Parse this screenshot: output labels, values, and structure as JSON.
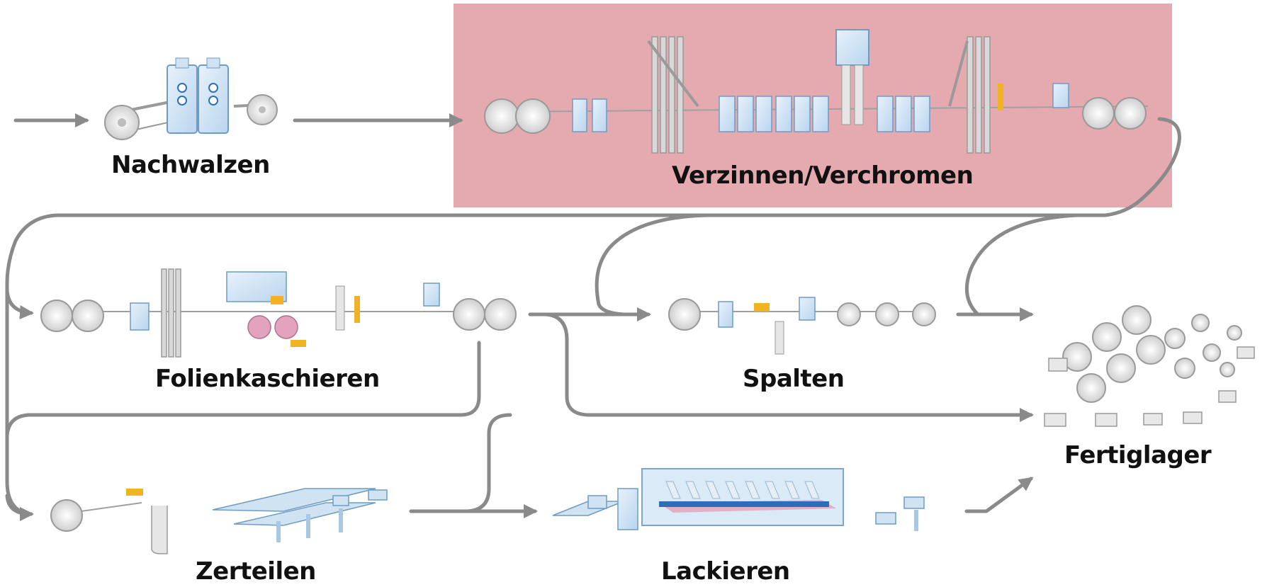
{
  "labels": {
    "nachwalzen": "Nachwalzen",
    "verzinnen": "Verzinnen/Verchromen",
    "folienkaschieren": "Folienkaschieren",
    "spalten": "Spalten",
    "fertiglager": "Fertiglager",
    "zerteilen": "Zerteilen",
    "lackieren": "Lackieren"
  },
  "colors": {
    "highlight": "#e4aaaf",
    "flow_line": "#8a8a8a",
    "machine_fill": "#cfe3f3",
    "machine_stroke": "#6f9cc4",
    "coil_fill": "#e4e4e4",
    "coil_stroke": "#9a9a9a",
    "accent_yellow": "#f0b323",
    "accent_pink": "#e3a3bf",
    "paint_blue": "#2c6fb8"
  },
  "icons": {
    "coil": "steel-coil-icon",
    "arrow": "flow-arrow-icon",
    "machine": "machine-unit-icon"
  }
}
